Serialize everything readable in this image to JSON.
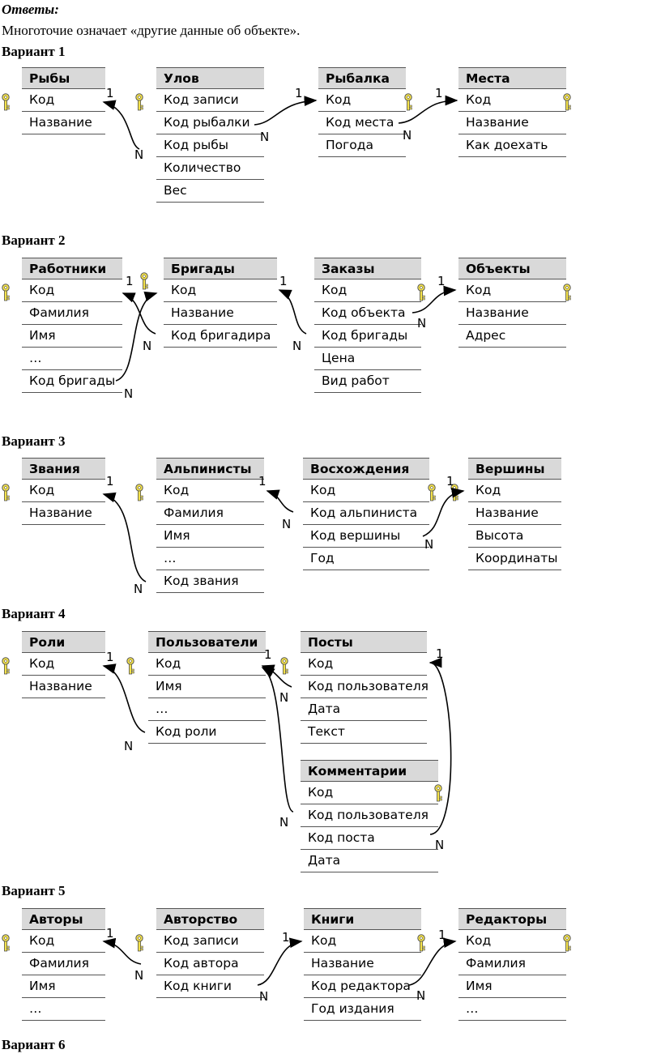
{
  "answers_title": "Ответы:",
  "note": "Многоточие означает «другие данные об объекте».",
  "variants": [
    {
      "title": "Вариант 1"
    },
    {
      "title": "Вариант 2"
    },
    {
      "title": "Вариант 3"
    },
    {
      "title": "Вариант 4"
    },
    {
      "title": "Вариант 5"
    },
    {
      "title": "Вариант 6"
    }
  ],
  "tables": {
    "v1_ryby": {
      "name": "Рыбы",
      "fields": [
        "Код",
        "Название"
      ]
    },
    "v1_ulov": {
      "name": "Улов",
      "fields": [
        "Код записи",
        "Код рыбалки",
        "Код рыбы",
        "Количество",
        "Вес"
      ]
    },
    "v1_rybalka": {
      "name": "Рыбалка",
      "fields": [
        "Код",
        "Код места",
        "Погода"
      ]
    },
    "v1_mesta": {
      "name": "Места",
      "fields": [
        "Код",
        "Название",
        "Как доехать"
      ]
    },
    "v2_rabotniki": {
      "name": "Работники",
      "fields": [
        "Код",
        "Фамилия",
        "Имя",
        "…",
        "Код бригады"
      ]
    },
    "v2_brigady": {
      "name": "Бригады",
      "fields": [
        "Код",
        "Название",
        "Код бригадира"
      ]
    },
    "v2_zakazy": {
      "name": "Заказы",
      "fields": [
        "Код",
        "Код объекта",
        "Код бригады",
        "Цена",
        "Вид работ"
      ]
    },
    "v2_obekty": {
      "name": "Объекты",
      "fields": [
        "Код",
        "Название",
        "Адрес"
      ]
    },
    "v3_zvaniya": {
      "name": "Звания",
      "fields": [
        "Код",
        "Название"
      ]
    },
    "v3_alpinisty": {
      "name": "Альпинисты",
      "fields": [
        "Код",
        "Фамилия",
        "Имя",
        "…",
        "Код звания"
      ]
    },
    "v3_voskhozhdeniya": {
      "name": "Восхождения",
      "fields": [
        "Код",
        "Код альпиниста",
        "Код вершины",
        "Год"
      ]
    },
    "v3_vershiny": {
      "name": "Вершины",
      "fields": [
        "Код",
        "Название",
        "Высота",
        "Координаты"
      ]
    },
    "v4_roli": {
      "name": "Роли",
      "fields": [
        "Код",
        "Название"
      ]
    },
    "v4_polzovateli": {
      "name": "Пользователи",
      "fields": [
        "Код",
        "Имя",
        "…",
        "Код роли"
      ]
    },
    "v4_posty": {
      "name": "Посты",
      "fields": [
        "Код",
        "Код пользователя",
        "Дата",
        "Текст"
      ]
    },
    "v4_kommentarii": {
      "name": "Комментарии",
      "fields": [
        "Код",
        "Код пользователя",
        "Код поста",
        "Дата"
      ]
    },
    "v5_avtory": {
      "name": "Авторы",
      "fields": [
        "Код",
        "Фамилия",
        "Имя",
        "…"
      ]
    },
    "v5_avtorstvo": {
      "name": "Авторство",
      "fields": [
        "Код записи",
        "Код автора",
        "Код книги"
      ]
    },
    "v5_knigi": {
      "name": "Книги",
      "fields": [
        "Код",
        "Название",
        "Код редактора",
        "Год издания"
      ]
    },
    "v5_redaktory": {
      "name": "Редакторы",
      "fields": [
        "Код",
        "Фамилия",
        "Имя",
        "…"
      ]
    }
  },
  "cardinality": {
    "one": "1",
    "many": "N"
  },
  "colors": {
    "header_bg": "#d9d9d9",
    "key_fill": "#f4e24a",
    "border": "#555555"
  }
}
